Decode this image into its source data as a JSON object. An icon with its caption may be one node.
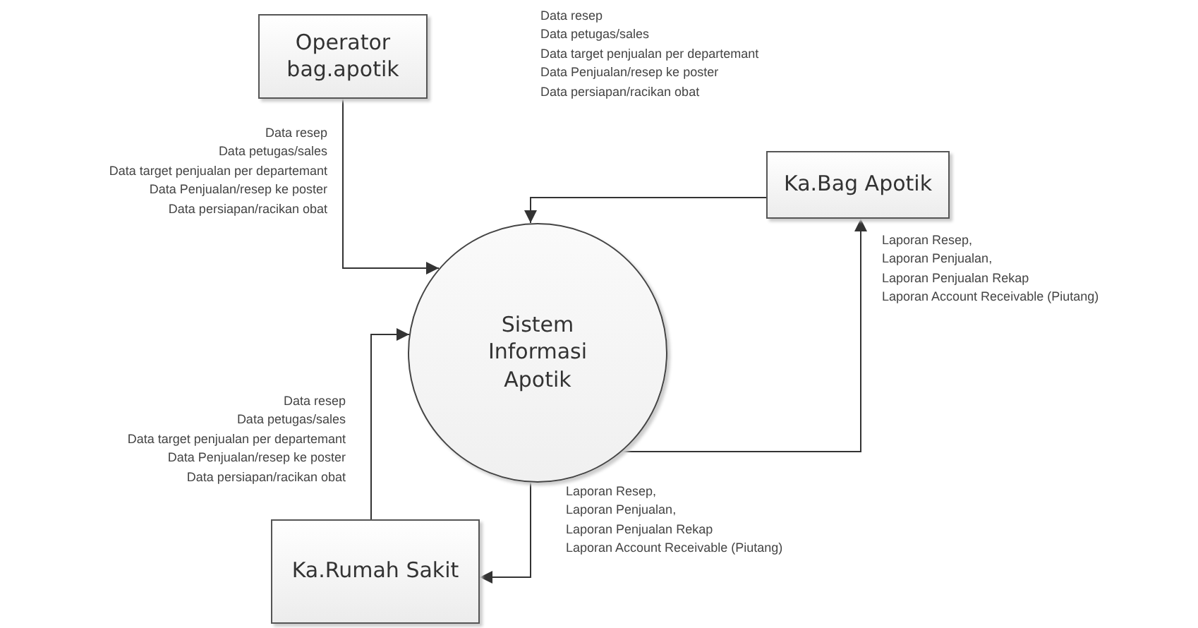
{
  "diagram": {
    "nodes": [
      {
        "text": [
          "Operator bag.apotik"
        ]
      },
      {
        "text": [
          "Sistem Informasi Apotik"
        ]
      },
      {
        "text": [
          "Ka.Bag Apotik"
        ]
      },
      {
        "text": [
          "Ka.Rumah Sakit"
        ]
      }
    ],
    "edges": [
      {
        "from": 0,
        "to": 1,
        "arrow": "to"
      },
      {
        "from": 2,
        "to": 1,
        "arrow": "to"
      },
      {
        "from": 1,
        "to": 2,
        "arrow": "to"
      },
      {
        "from": 3,
        "to": 1,
        "arrow": "to"
      },
      {
        "from": 1,
        "to": 3,
        "arrow": "to"
      }
    ],
    "labels": [
      "Data resep",
      "Data petugas/sales",
      "Data target penjualan per departemant",
      "Data Penjualan/resep ke poster",
      "Data persiapan/racikan obat",
      "Data resep",
      "Data petugas/sales",
      "Data target penjualan per departemant",
      "Data Penjualan/resep ke poster",
      "Data persiapan/racikan obat",
      "Laporan Resep,",
      "Laporan Penjualan,",
      "Laporan Penjualan Rekap",
      "Laporan Account Receivable (Piutang)",
      "Data resep",
      "Data petugas/sales",
      "Data target penjualan per departemant",
      "Data Penjualan/resep ke poster",
      "Data persiapan/racikan obat",
      "Laporan Resep,",
      "Laporan Penjualan,",
      "Laporan Penjualan Rekap",
      "Laporan Account Receivable (Piutang)"
    ]
  }
}
